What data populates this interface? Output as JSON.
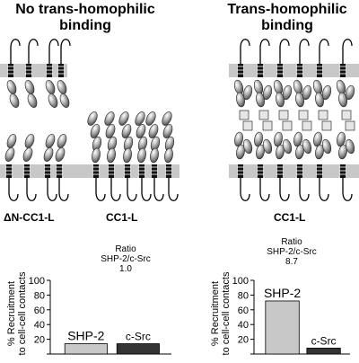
{
  "panels": {
    "left": {
      "title": "No trans-homophilic binding",
      "constructs": [
        "ΔN-CC1-L",
        "CC1-L"
      ]
    },
    "right": {
      "title": "Trans-homophilic binding",
      "constructs": [
        "CC1-L"
      ]
    }
  },
  "chart_data": [
    {
      "type": "bar",
      "ratio_label": "Ratio",
      "ratio_name": "SHP-2/c-Src",
      "ratio_value": "1.0",
      "ylabel": "% Recruitment to cell-cell contacts",
      "ylim": [
        0,
        100
      ],
      "yticks": [
        0,
        20,
        40,
        60,
        80,
        100
      ],
      "visible_ticks": [
        "100",
        "80",
        "60",
        "40",
        "20"
      ],
      "categories": [
        "SHP-2",
        "c-Src"
      ],
      "values": [
        14,
        14
      ],
      "colors": [
        "#c8c8c8",
        "#333333"
      ]
    },
    {
      "type": "bar",
      "ratio_label": "Ratio",
      "ratio_name": "SHP-2/c-Src",
      "ratio_value": "8.7",
      "ylabel": "% Recruitment to cell-cell contacts",
      "ylim": [
        0,
        100
      ],
      "yticks": [
        0,
        20,
        40,
        60,
        80,
        100
      ],
      "visible_ticks": [
        "100",
        "80",
        "60",
        "40",
        "20"
      ],
      "categories": [
        "SHP-2",
        "c-Src"
      ],
      "values": [
        72,
        8
      ],
      "colors": [
        "#c8c8c8",
        "#333333"
      ]
    }
  ]
}
